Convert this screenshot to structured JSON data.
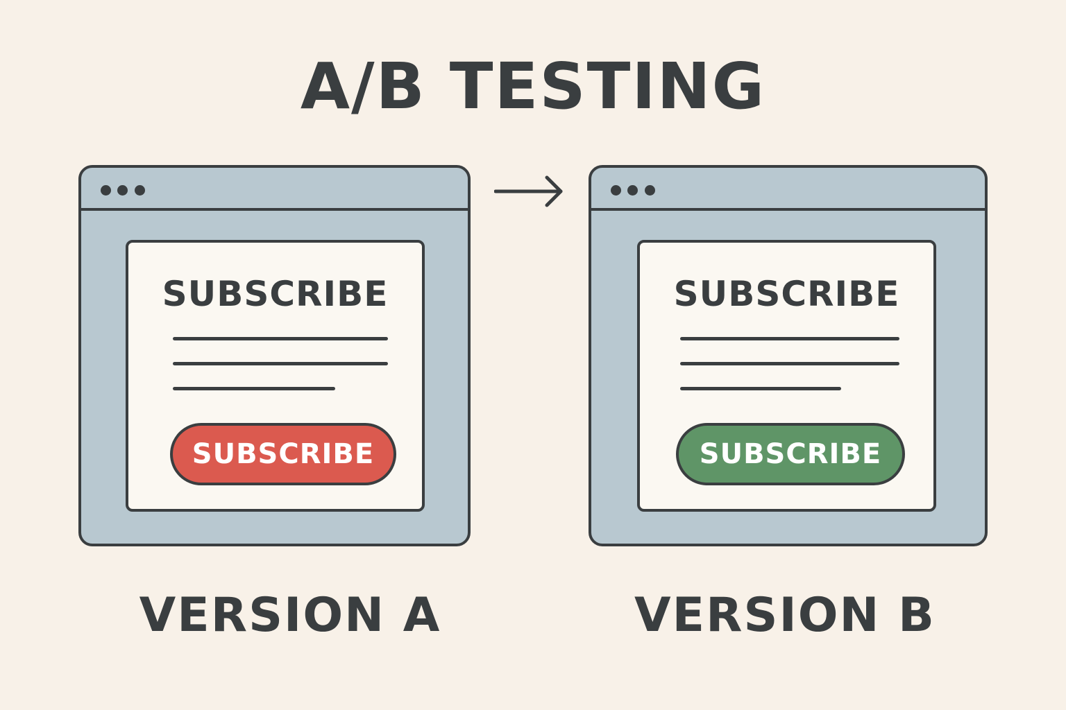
{
  "title": "A/B TESTING",
  "colors": {
    "background": "#f8f1e8",
    "window": "#b8c8d0",
    "panel": "#fbf8f2",
    "outline": "#3a3e40",
    "cta_a": "#db5a4f",
    "cta_b": "#5f9567"
  },
  "variant_a": {
    "heading": "SUBSCRIBE",
    "button_label": "SUBSCRIBE",
    "caption": "VERSION A"
  },
  "variant_b": {
    "heading": "SUBSCRIBE",
    "button_label": "SUBSCRIBE",
    "caption": "VERSION B"
  },
  "icons": {
    "connector": "arrow-right-icon",
    "window_controls": "dots-icon"
  }
}
